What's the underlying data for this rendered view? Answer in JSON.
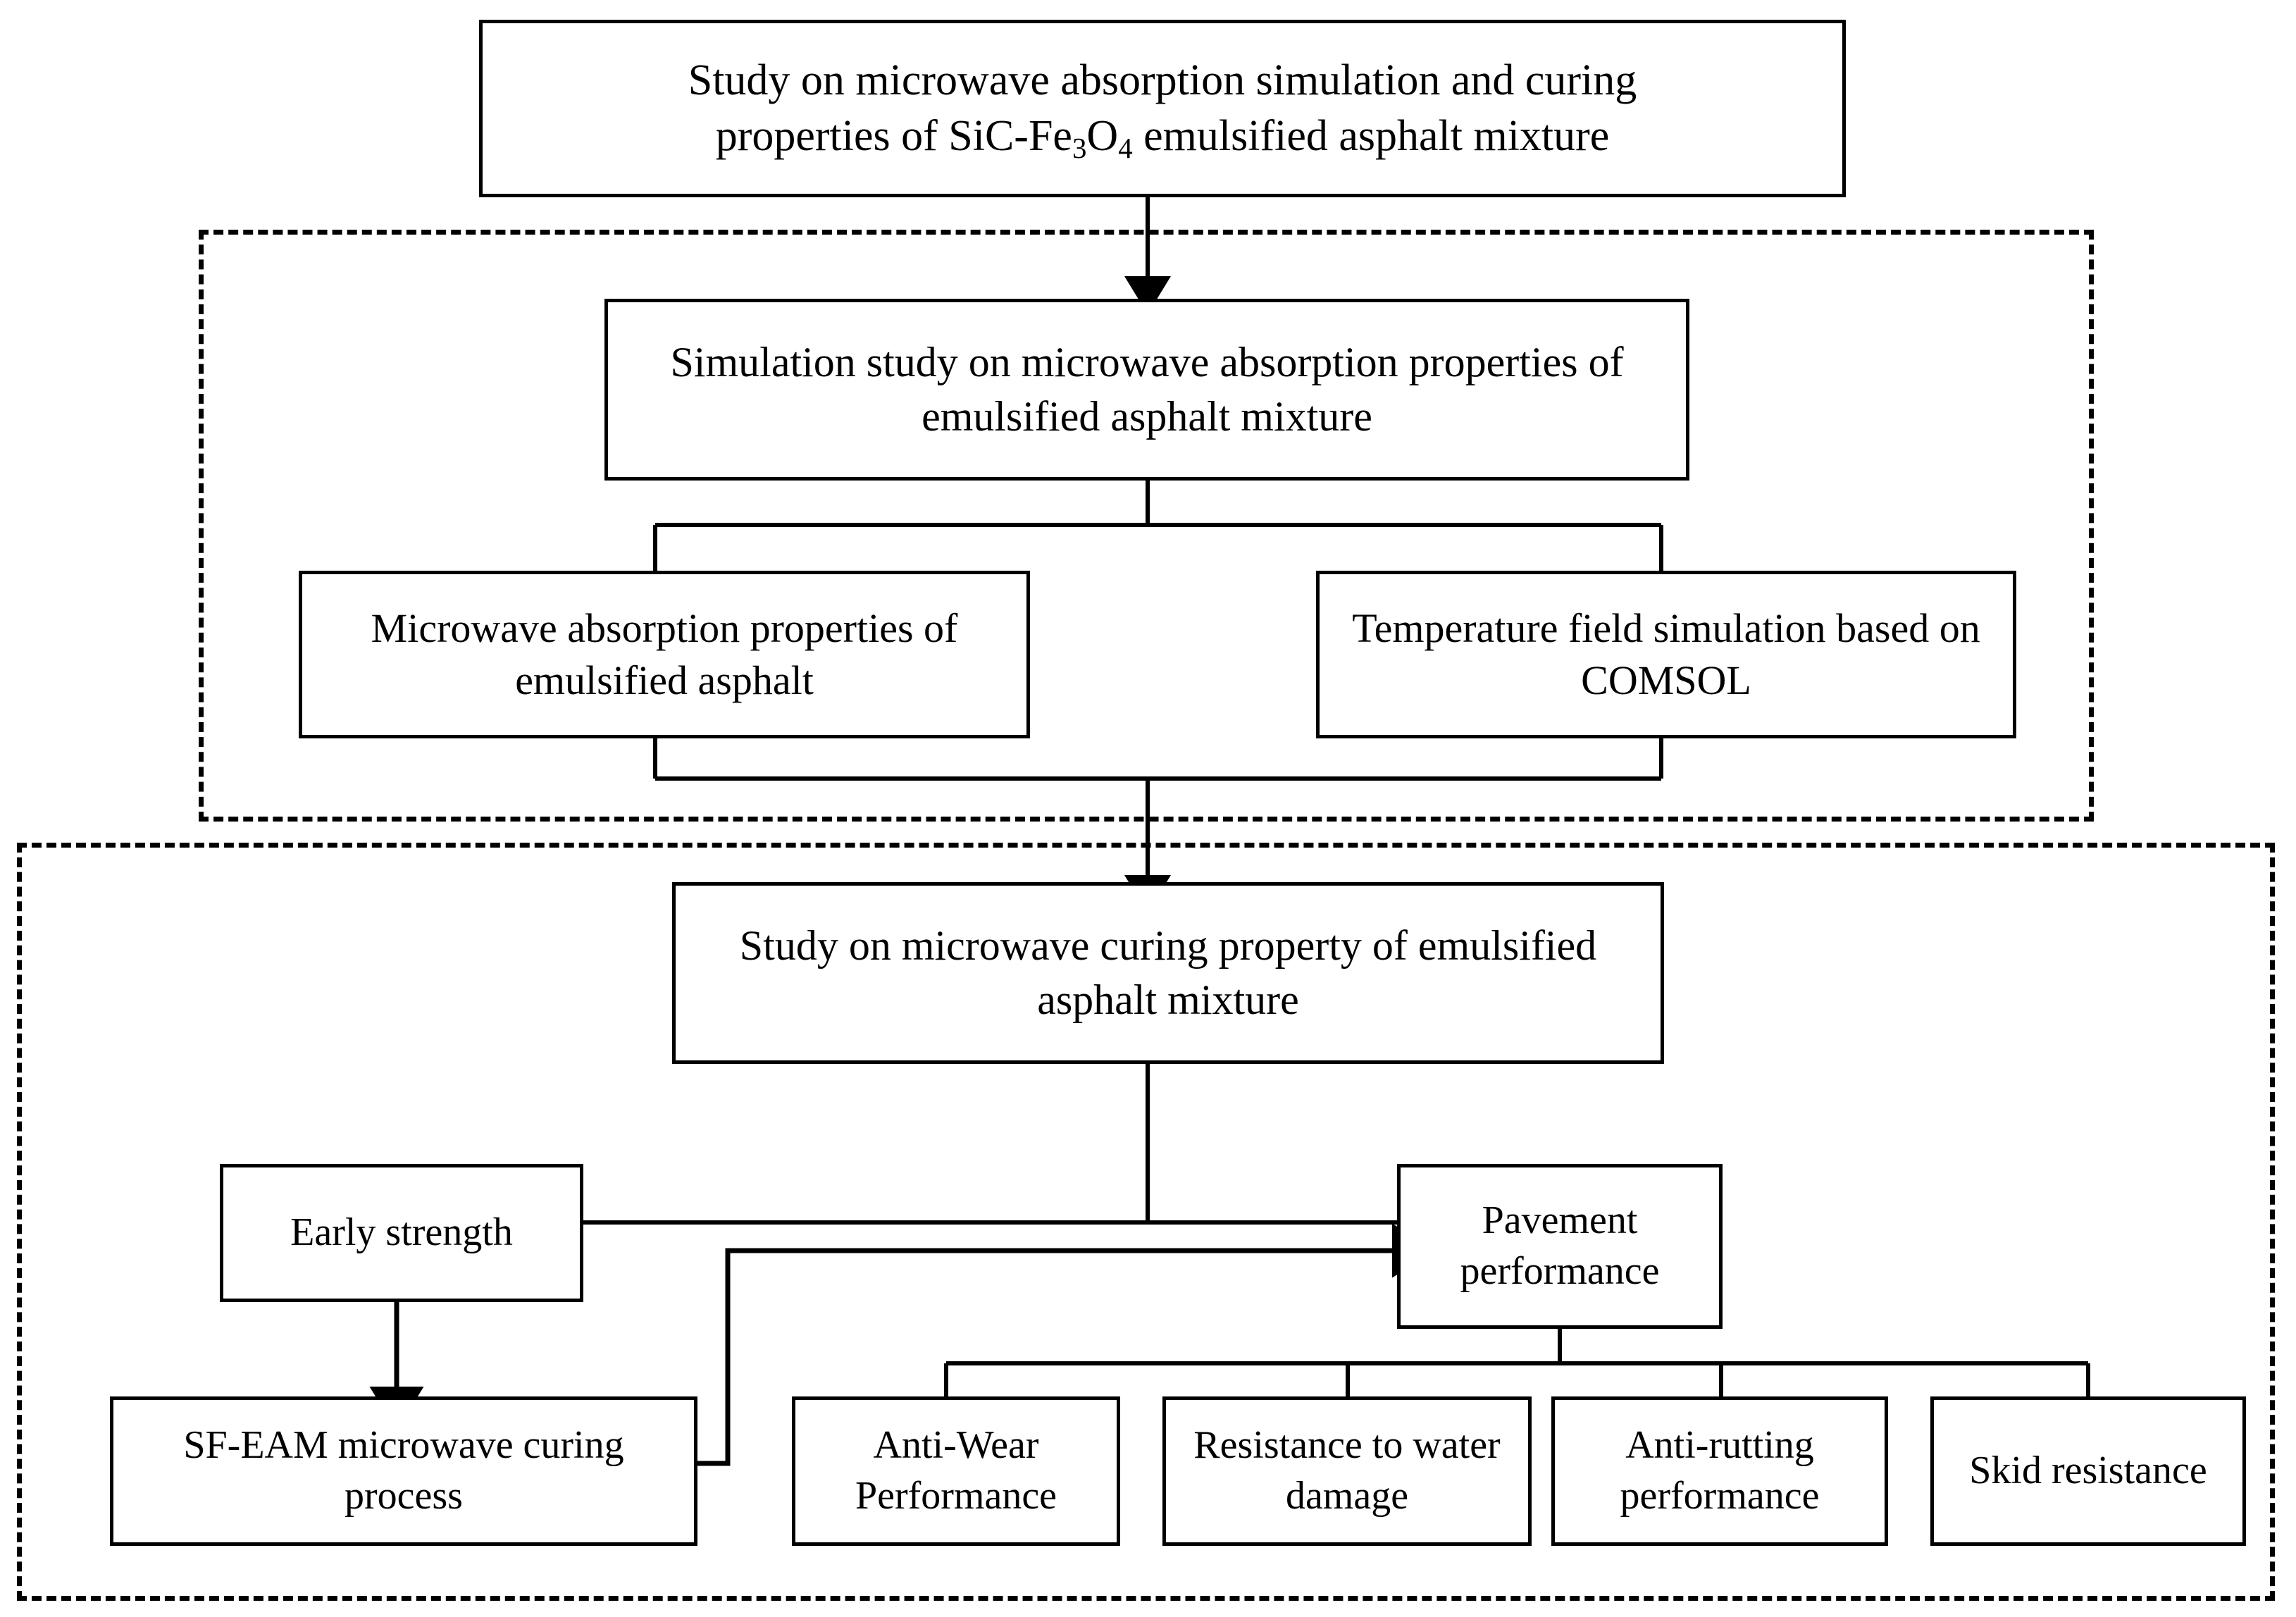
{
  "diagram": {
    "type": "flowchart",
    "title_node": {
      "id": "root",
      "text_parts": [
        "Study on microwave absorption simulation and curing properties of SiC-Fe",
        "3",
        "O",
        "4",
        " emulsified asphalt mixture"
      ],
      "text": "Study on microwave absorption simulation and curing properties of SiC-Fe3O4 emulsified asphalt mixture",
      "line1": "Study on microwave absorption simulation and curing",
      "line2_pre": "properties of SiC-Fe",
      "line2_sub1": "3",
      "line2_mid": "O",
      "line2_sub2": "4",
      "line2_post": " emulsified asphalt mixture"
    },
    "groups": [
      {
        "id": "group-simulation",
        "style": "dashed"
      },
      {
        "id": "group-curing",
        "style": "dashed"
      }
    ],
    "nodes": {
      "simulation_study": "Simulation study on microwave absorption properties of emulsified asphalt mixture",
      "microwave_absorption": "Microwave absorption properties of emulsified asphalt",
      "temperature_field": "Temperature field simulation based on COMSOL",
      "curing_study": "Study on microwave curing property of emulsified asphalt mixture",
      "early_strength": "Early strength",
      "pavement_performance": "Pavement performance",
      "sf_eam_curing": "SF-EAM microwave curing process",
      "anti_wear": "Anti-Wear Performance",
      "water_damage": "Resistance to water damage",
      "anti_rutting": "Anti-rutting performance",
      "skid_resistance": "Skid resistance"
    },
    "colors": {
      "line": "#000000",
      "box_border": "#000000",
      "box_fill": "#ffffff",
      "background": "#ffffff",
      "text": "#000000"
    }
  }
}
